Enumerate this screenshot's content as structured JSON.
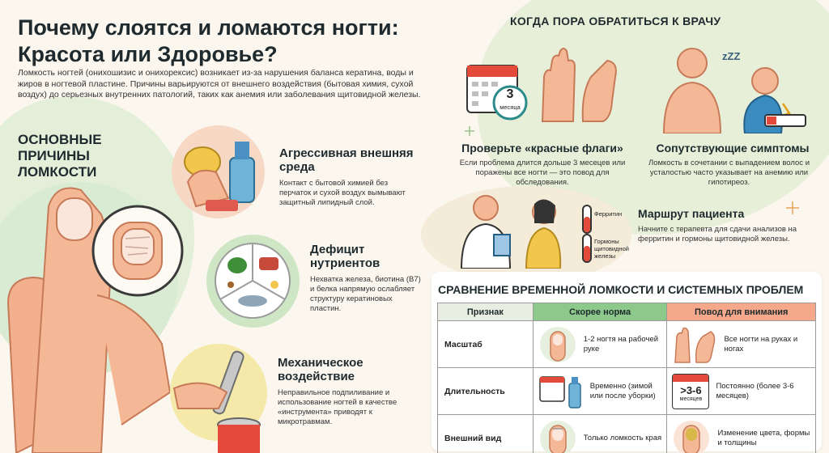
{
  "colors": {
    "green": "#8cc98a",
    "salmon": "#f6a88a",
    "yellow": "#f2e6a4",
    "accent": "#e4572e"
  },
  "header": {
    "title_line1": "Почему слоятся и ломаются ногти:",
    "title_line2": "Красота или Здоровье?",
    "intro": "Ломкость ногтей (онихошизис и онихорексис) возникает из-за нарушения баланса кератина, воды и жиров в ногтевой пластине. Причины варьируются от внешнего воздействия (бытовая химия, сухой воздух) до серьезных внутренних патологий, таких как анемия или заболевания щитовидной железы."
  },
  "causes": {
    "heading_line1": "Основные",
    "heading_line2": "причины",
    "heading_line3": "ломкости",
    "items": [
      {
        "title": "Агрессивная внешняя среда",
        "text": "Контакт с бытовой химией без перчаток и сухой воздух вымывают защитный липидный слой.",
        "icon": "cleaning-supplies-icon"
      },
      {
        "title": "Дефицит нутриентов",
        "text": "Нехватка железа, биотина (B7) и белка напрямую ослабляет структуру кератиновых пластин.",
        "icon": "food-plate-icon"
      },
      {
        "title": "Механическое воздействие",
        "text": "Неправильное подпиливание и использование ногтей в качестве «инструмента» приводят к микротравмам.",
        "icon": "nail-file-icon"
      }
    ]
  },
  "doctor": {
    "heading": "КОГДА ПОРА ОБРАТИТЬСЯ К ВРАЧУ",
    "calendar_number": "3",
    "calendar_unit": "месяца",
    "red_flags_title": "Проверьте «красные флаги»",
    "red_flags_text": "Если проблема длится дольше 3 месецев или поражены все ногти — это повод для обследования.",
    "symptoms_title": "Сопутствующие симптомы",
    "symptoms_text": "Ломкость в сочетании с выпадением волос и усталостью часто указывает на анемию или гипотиреоз.",
    "zzz": "zZZ",
    "route_title": "Маршрут пациента",
    "route_text": "Начните с терапевта для сдачи анализов на ферритин и гормоны щитовидной железы.",
    "tube1_label": "Ферритин",
    "tube2_label": "Гормоны щитовидной железы"
  },
  "comparison": {
    "title": "СРАВНЕНИЕ ВРЕМЕННОЙ ЛОМКОСТИ И СИСТЕМНЫХ ПРОБЛЕМ",
    "headers": [
      "Признак",
      "Скорее норма",
      "Повод для внимания"
    ],
    "rows": [
      {
        "feature": "Масштаб",
        "normal": "1-2 ногтя на рабочей руке",
        "attention": "Все ногти на руках и ногах"
      },
      {
        "feature": "Длительность",
        "normal": "Временно (зимой или после уборки)",
        "attention": "Постоянно (более 3-6 месяцев)"
      },
      {
        "feature": "Внешний вид",
        "normal": "Только ломкость края",
        "attention": "Изменение цвета, формы и толщины"
      }
    ],
    "duration_badge": ">3-6",
    "duration_unit": "месяцев"
  }
}
